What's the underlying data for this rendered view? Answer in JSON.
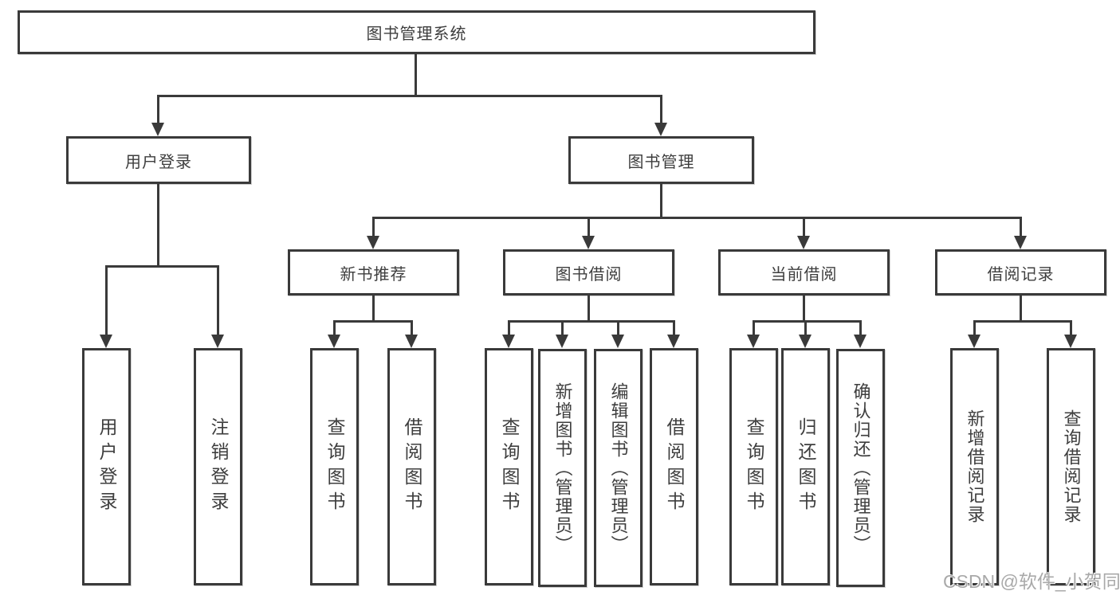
{
  "diagram": {
    "type": "hierarchy-tree",
    "colors": {
      "line": "#3a3a3a",
      "box_border": "#3a3a3a",
      "box_fill": "#ffffff",
      "text": "#3e3e3e",
      "watermark": "#a9a9a9"
    },
    "tree": {
      "root": {
        "label": "图书管理系统",
        "children": [
          {
            "label": "用户登录",
            "children": [
              {
                "label": "用户登录"
              },
              {
                "label": "注销登录"
              }
            ]
          },
          {
            "label": "图书管理",
            "children": [
              {
                "label": "新书推荐",
                "children": [
                  {
                    "label": "查询图书"
                  },
                  {
                    "label": "借阅图书"
                  }
                ]
              },
              {
                "label": "图书借阅",
                "children": [
                  {
                    "label": "查询图书"
                  },
                  {
                    "label": "新增图书（管理员）"
                  },
                  {
                    "label": "编辑图书（管理员）"
                  },
                  {
                    "label": "借阅图书"
                  }
                ]
              },
              {
                "label": "当前借阅",
                "children": [
                  {
                    "label": "查询图书"
                  },
                  {
                    "label": "归还图书"
                  },
                  {
                    "label": "确认归还（管理员）"
                  }
                ]
              },
              {
                "label": "借阅记录",
                "children": [
                  {
                    "label": "新增借阅记录"
                  },
                  {
                    "label": "查询借阅记录"
                  }
                ]
              }
            ]
          }
        ]
      }
    },
    "watermark": {
      "text": "CSDN @软件_小贺同学"
    }
  }
}
